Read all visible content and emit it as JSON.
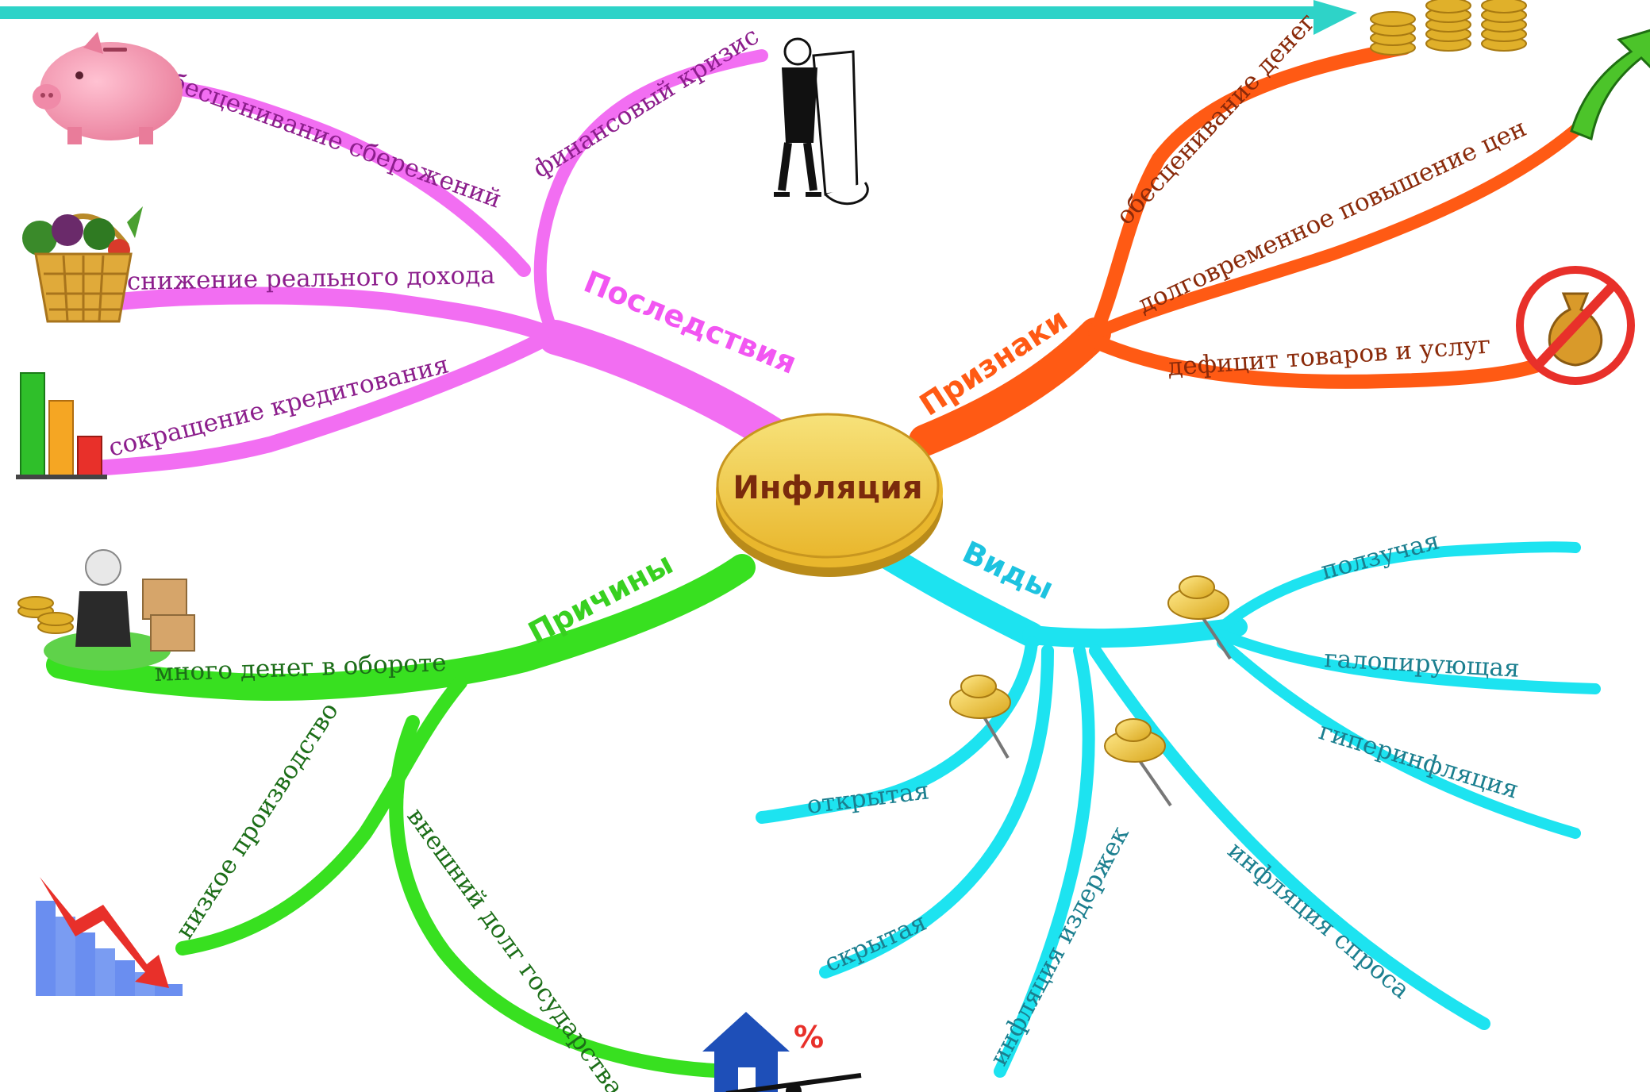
{
  "center": {
    "label": "Инфляция"
  },
  "colors": {
    "consequences": "#f26ef2",
    "signs": "#ff5a14",
    "causes": "#38e020",
    "types": "#1de3f0",
    "top_arrow": "#2ed3c8",
    "coin": "#f2cf4a",
    "label_consequences": "#8c1e8c",
    "label_signs": "#8a2a0a",
    "label_causes": "#1c6e18",
    "label_types": "#1b7f8f"
  },
  "branches": {
    "consequences": {
      "title": "Последствия",
      "items": [
        "финансовый кризис",
        "обесценивание сбережений",
        "снижение реального дохода",
        "сокращение кредитования"
      ]
    },
    "signs": {
      "title": "Признаки",
      "items": [
        "обесценивание денег",
        "долговременное повышение цен",
        "дефицит товаров и услуг"
      ]
    },
    "causes": {
      "title": "Причины",
      "items": [
        "много денег в обороте",
        "низкое производство",
        "внешний долг государства"
      ]
    },
    "types": {
      "title": "Виды",
      "items": [
        "ползучая",
        "галопирующая",
        "гиперинфляция",
        "открытая",
        "скрытая",
        "инфляция издержек",
        "инфляция спроса"
      ]
    }
  },
  "icons": [
    "piggy-bank-icon",
    "vegetable-basket-icon",
    "bar-chart-icon",
    "man-reading-scroll-icon",
    "coin-stacks-icon",
    "up-arrow-icon",
    "crossed-money-bag-icon",
    "money-person-icon",
    "falling-chart-icon",
    "house-percent-icon",
    "pushpin-icon"
  ],
  "symbols": {
    "percent": "%"
  }
}
